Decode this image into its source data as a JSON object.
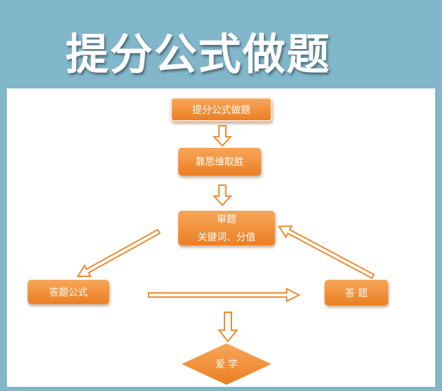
{
  "title": "提分公式做题",
  "nodes": {
    "start": "提分公式做题",
    "thinking": "靠思维取胜",
    "review_line1": "审题",
    "review_line2": "关键词、分值",
    "formula": "答题公式",
    "answer": "答 题",
    "love": "爱 学"
  },
  "colors": {
    "orange": "#ee8a2e",
    "header_bg": "#82b6ca"
  }
}
